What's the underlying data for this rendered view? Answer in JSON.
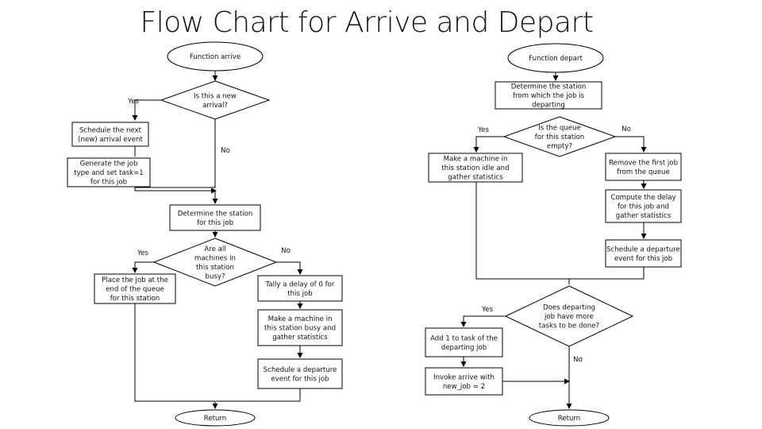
{
  "title": "Flow Chart for Arrive and Depart",
  "nodes": {
    "arrive_start": "Function arrive",
    "new_arrival": [
      "Is this a new",
      "arrival?"
    ],
    "schedule_next": [
      "Schedule the next",
      "(new) arrival event"
    ],
    "generate_job": [
      "Generate the job",
      "type and set task=1",
      "for this job"
    ],
    "determine_station_arrive": [
      "Determine the station",
      "for this job"
    ],
    "all_busy": [
      "Are all",
      "machines in",
      "this station",
      "busy?"
    ],
    "place_in_queue": [
      "Place the job at the",
      "end of the queue",
      "for this station"
    ],
    "tally_delay": [
      "Tally a delay of 0 for",
      "this job"
    ],
    "make_busy": [
      "Make a machine in",
      "this station busy and",
      "gather statistics"
    ],
    "schedule_departure_a": [
      "Schedule a departure",
      "event for this job"
    ],
    "return_a": "Return",
    "depart_start": "Function depart",
    "determine_station_depart": [
      "Determine the station",
      "from which the job is",
      "departing"
    ],
    "queue_empty": [
      "Is the queue",
      "for this station",
      "empty?"
    ],
    "make_idle": [
      "Make a machine in",
      "this station idle and",
      "gather statistics"
    ],
    "remove_first": [
      "Remove the first job",
      "from the queue"
    ],
    "compute_delay": [
      "Compute the delay",
      "for this job and",
      "gather statistics"
    ],
    "schedule_departure_d": [
      "Schedule a departure",
      "event for this job"
    ],
    "more_tasks": [
      "Does departing",
      "job have more",
      "tasks to be done?"
    ],
    "add_task": [
      "Add 1 to task of the",
      "departing job"
    ],
    "invoke_arrive": [
      "Invoke arrive with",
      "new_job = 2"
    ],
    "return_d": "Return"
  },
  "labels": {
    "new_arrival_yes": "Yes",
    "new_arrival_no": "No",
    "all_busy_yes": "Yes",
    "all_busy_no": "No",
    "queue_empty_yes": "Yes",
    "queue_empty_no": "No",
    "more_tasks_yes": "Yes",
    "more_tasks_no": "No"
  }
}
